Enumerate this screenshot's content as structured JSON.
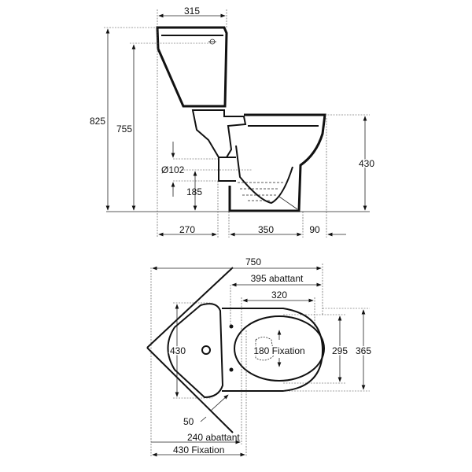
{
  "side_view": {
    "dims": {
      "tank_width": "315",
      "total_height": "825",
      "button_height": "755",
      "seat_height": "430",
      "outlet_diameter": "Ø102",
      "outlet_height": "185",
      "rear_to_outlet": "270",
      "foot_length": "350",
      "front_overhang": "90"
    }
  },
  "top_view": {
    "dims": {
      "overall_length": "750",
      "seat_length": "395 abattant",
      "bowl_length": "320",
      "tank_width": "430",
      "fixation_spacing": "180 Fixation",
      "bowl_width": "295",
      "overall_width": "365",
      "corner_gap": "50",
      "seat_to_corner": "240 abattant",
      "fixation_to_corner": "430 Fixation"
    }
  },
  "colors": {
    "line": "#111111",
    "background": "#ffffff"
  }
}
